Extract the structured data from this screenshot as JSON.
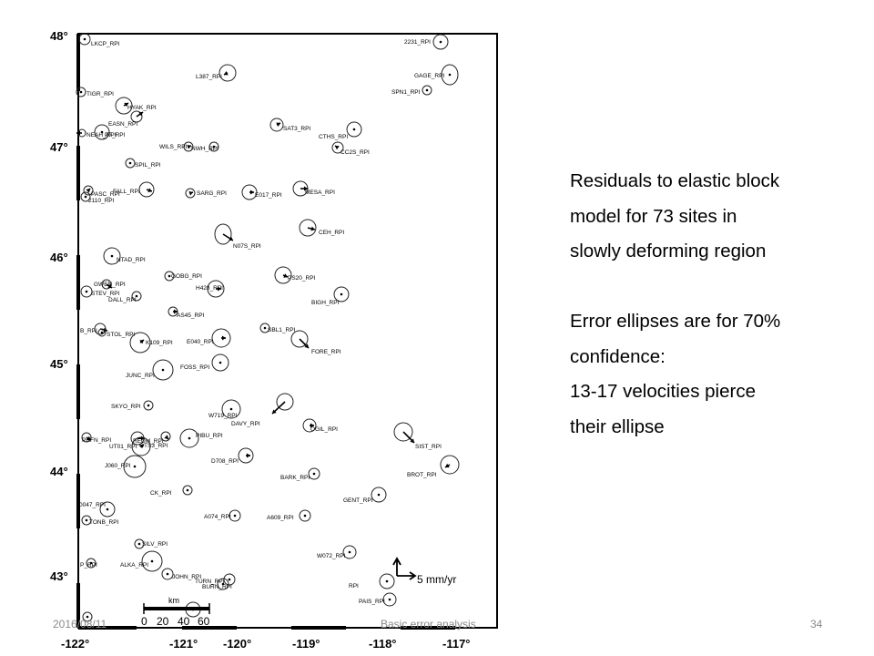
{
  "caption": {
    "lines": [
      "Residuals to elastic block",
      "model for 73 sites in",
      "slowly deforming region"
    ],
    "lines2": [
      "Error ellipses are for 70%",
      "confidence:",
      "13-17 velocities pierce",
      "their ellipse"
    ]
  },
  "footer": {
    "date": "2016/08/11",
    "title": "Basic error analysis",
    "page": "34"
  },
  "map": {
    "lat_labels": [
      "48°",
      "47°",
      "46°",
      "45°",
      "44°",
      "43°"
    ],
    "lon_labels": [
      "-122°",
      "-121°",
      "-120°",
      "-119°",
      "-118°",
      "-117°"
    ],
    "velocity_scale_label": "5 mm/yr",
    "km_scale": {
      "unit": "km",
      "ticks": [
        "0",
        "20",
        "40",
        "60"
      ]
    },
    "sites": [
      "LKCP_RPI",
      "2231_RPI",
      "L387_RPI",
      "GAGE_RPI",
      "TIGR_RPI",
      "SPN1_RPI",
      "HYAK_RPI",
      "EASN_RPI",
      "NEAH_RPI",
      "P7_RPI",
      "SAT3_RPI",
      "CTHS_RPI",
      "WILS_RPI",
      "NWH_RPI",
      "CC2S_RPI",
      "SPIL_RPI",
      "FALL_RPI",
      "PASC_RPI",
      "SARG_RPI",
      "E017_RPI",
      "MESA_RPI",
      "2110_RPI",
      "CEH_RPI",
      "N07S_RPI",
      "NTAD_RPI",
      "GOBG_RPI",
      "GWEN_RPI",
      "PS20_RPI",
      "STEV_RPI",
      "H428_RPI",
      "DALL_RPI",
      "BIGH_RPI",
      "AS45_RPI",
      "B_RPI",
      "STOL_RPI",
      "K109_RPI",
      "E040_RPI",
      "SBL1_RPI",
      "FORE_RPI",
      "FOSS_RPI",
      "JUNC_RPI",
      "SKYO_RPI",
      "W719_RPI",
      "DAVY_RPI",
      "OGIL_RPI",
      "SIST_RPI",
      "PRFN_RPI",
      "REDM_RPI",
      "OTS3_RPI",
      "UT01_RPI",
      "PIBU_RPI",
      "J060_RPI",
      "D708_RPI",
      "BARK_RPI",
      "BROT_RPI",
      "GENT_RPI",
      "CK_RPI",
      "0047_RPI",
      "TONB_RPI",
      "A074_RPI",
      "A609_RPI",
      "SILV_RPI",
      "W072_RPI",
      "ALKA_RPI",
      "JOHN_RPI",
      "TURN_RPI",
      "BURN_RPI",
      "RPI",
      "PAIS_RPI",
      "P_RPI"
    ]
  },
  "colors": {
    "ink": "#000000",
    "footer": "#8a8a8a"
  }
}
